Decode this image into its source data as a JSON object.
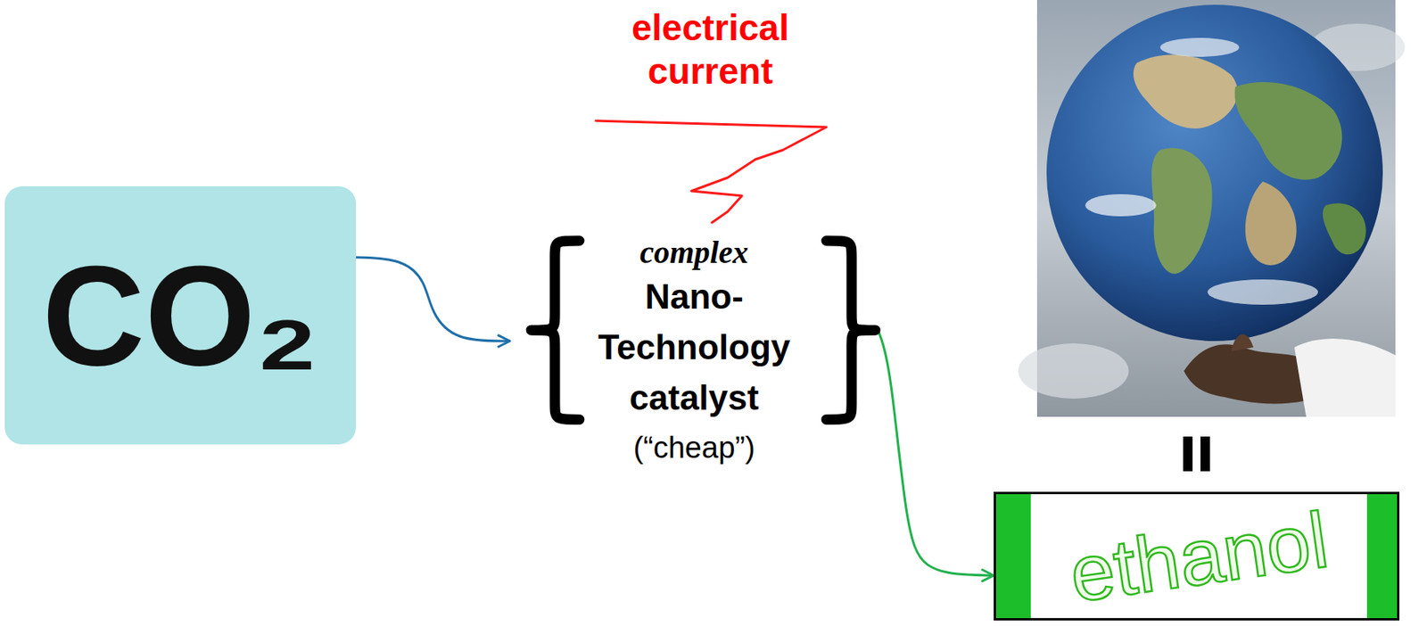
{
  "diagram": {
    "nodes": [
      {
        "text": [
          "CO₂"
        ]
      },
      {
        "text": [
          "complex",
          "Nano- Technology catalyst",
          "(“cheap”)"
        ]
      },
      {
        "text": [
          "ethanol"
        ]
      }
    ],
    "edges": [
      {
        "from": 0,
        "to": 1,
        "arrow": "to"
      },
      {
        "from": 1,
        "to": 2,
        "arrow": "to"
      }
    ],
    "labels": [
      "electrical current"
    ]
  }
}
